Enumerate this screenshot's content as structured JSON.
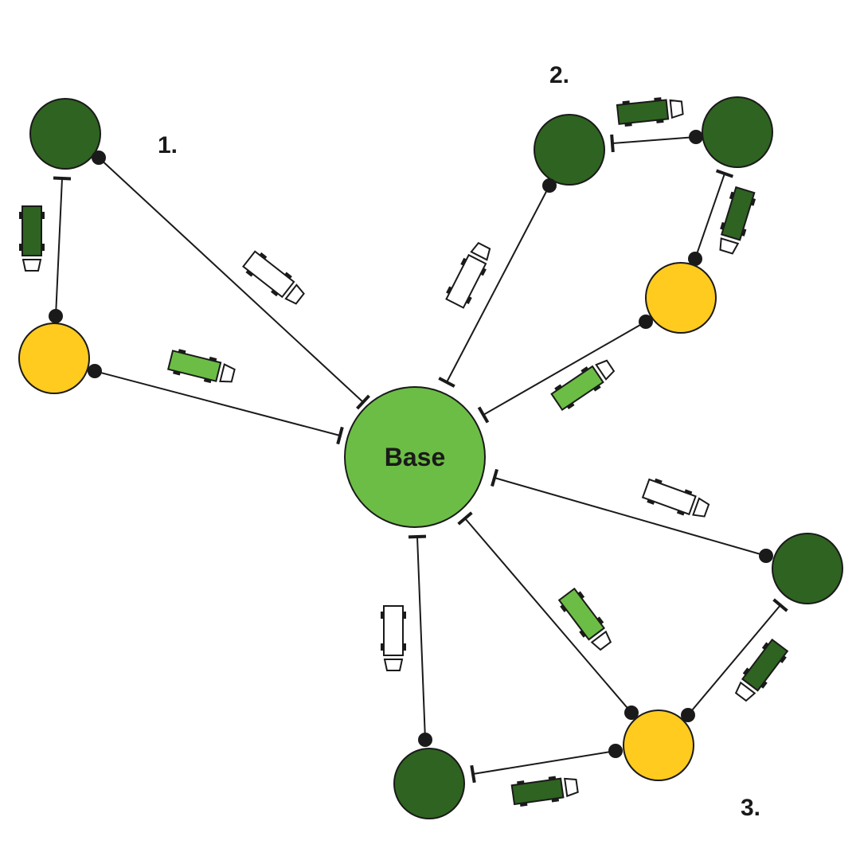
{
  "center": {
    "label": "Base"
  },
  "group_labels": [
    {
      "id": "1",
      "text": "1."
    },
    {
      "id": "2",
      "text": "2."
    },
    {
      "id": "3",
      "text": "3."
    }
  ],
  "colors": {
    "base": "#6cbd45",
    "dark_node": "#2f6321",
    "yellow_node": "#ffcb1f",
    "truck_light": "#6cbd45",
    "truck_dark": "#2f6321",
    "truck_empty": "#ffffff",
    "stroke": "#1a1a1a"
  },
  "node_types": [
    "dark-green",
    "yellow",
    "base"
  ],
  "truck_types": [
    "light-green-loaded",
    "dark-green-loaded",
    "empty"
  ]
}
